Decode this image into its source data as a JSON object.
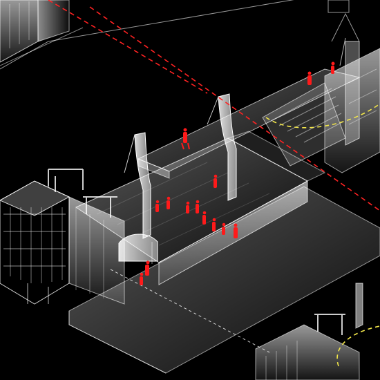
{
  "palette": {
    "background": "#000000",
    "structure": "#ffffff",
    "figures": "#ff1a1a",
    "red_axis": "#ff2222",
    "yellow_path": "#f2e64a",
    "white_axis": "#ffffff"
  },
  "drawing": {
    "style": "axonometric cutaway, white glowing edges on black",
    "annotations": {
      "red_dashed_lines": 2,
      "yellow_dashed_curves": 2,
      "white_dashed_lines": 1,
      "human_figures": "red silhouettes"
    }
  }
}
